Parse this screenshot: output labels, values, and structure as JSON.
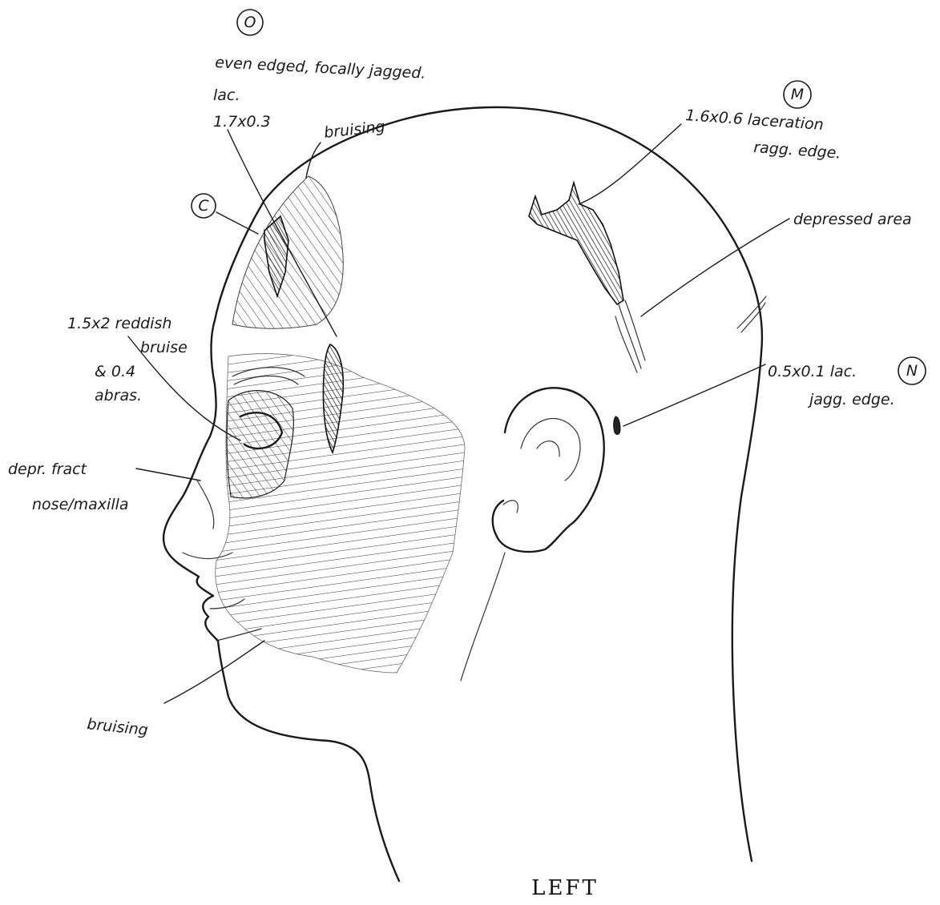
{
  "figure": {
    "caption": "LEFT"
  },
  "labels": {
    "injury_O": {
      "letter": "O",
      "line1": "even edged, focally jagged.",
      "line2": "lac.",
      "line3": "1.7x0.3"
    },
    "bruising_forehead": "bruising",
    "injury_C": {
      "letter": "C"
    },
    "injury_M": {
      "letter": "M",
      "line1": "1.6x0.6 laceration",
      "line2": "ragg. edge."
    },
    "depressed_area": "depressed area",
    "injury_N": {
      "letter": "N",
      "line1": "0.5x0.1 lac.",
      "line2": "jagg. edge."
    },
    "bruise_eye": {
      "line1": "1.5x2 reddish",
      "line2": "bruise",
      "line3": "& 0.4",
      "line4": "abras."
    },
    "fracture": {
      "line1": "depr. fract",
      "line2": "nose/maxilla"
    },
    "bruising_chin": "bruising"
  },
  "colors": {
    "ink": "#1a1a1a",
    "background": "#ffffff"
  }
}
